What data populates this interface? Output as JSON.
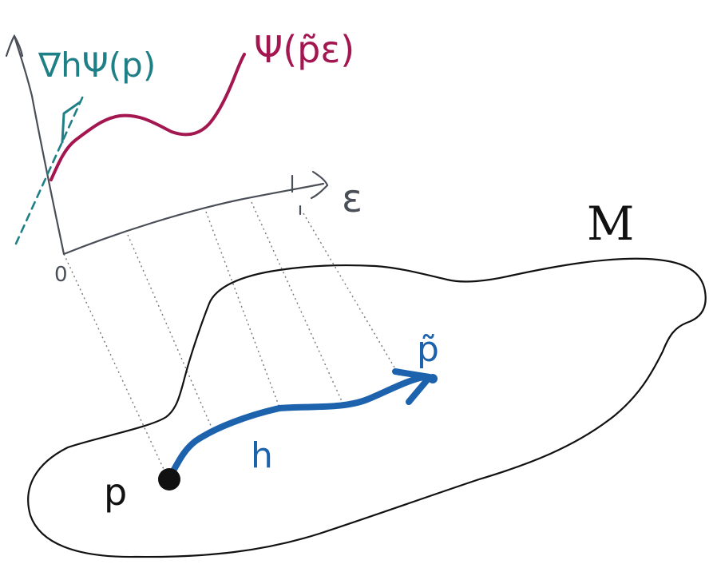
{
  "labels": {
    "derivative": "∇hΨ(p)",
    "curve": "Ψ(p̃ε)",
    "epsilon_axis": "ε",
    "origin": "0",
    "manifold": "M",
    "point_p": "p",
    "point_p_tilde": "p̃",
    "vector_h": "h"
  },
  "colors": {
    "ink": "#111111",
    "axis": "#4a4f57",
    "teal": "#1e7f86",
    "crimson": "#a3164f",
    "blue": "#1d62ad",
    "dotted": "#777777"
  }
}
